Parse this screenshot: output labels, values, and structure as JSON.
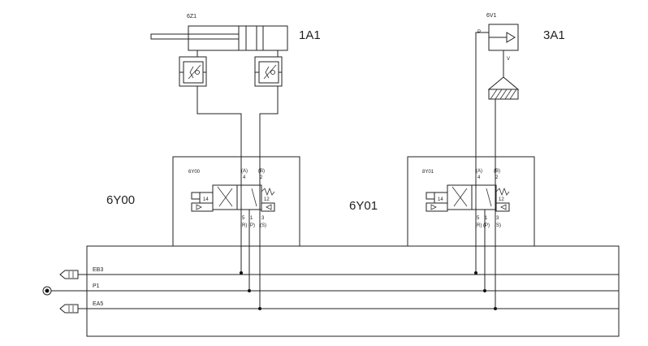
{
  "cylinder": {
    "tag": "6Z1",
    "label": "1A1"
  },
  "motor": {
    "tag": "6V1",
    "label": "3A1",
    "port_p": "P",
    "port_v": "V"
  },
  "valve1": {
    "label": "6Y00",
    "tag": "6Y00",
    "port_a": "(A)",
    "port_a_num": "4",
    "port_b": "(B)",
    "port_b_num": "2",
    "port_r": "5",
    "port_r_code": "(R)",
    "port_p": "1",
    "port_p_code": "(P)",
    "port_s": "3",
    "port_s_code": "(S)",
    "pilot_14": "14",
    "pilot_12": "12"
  },
  "valve2": {
    "label": "6Y01",
    "tag": "8Y01",
    "port_a": "(A)",
    "port_a_num": "4",
    "port_b": "(B)",
    "port_b_num": "2",
    "port_r": "5",
    "port_r_code": "(R)",
    "port_p": "1",
    "port_p_code": "(P)",
    "port_s": "3",
    "port_s_code": "(S)",
    "pilot_14": "14",
    "pilot_12": "12"
  },
  "manifold": {
    "line1": "EB3",
    "line2": "P1",
    "line3": "EA5"
  }
}
